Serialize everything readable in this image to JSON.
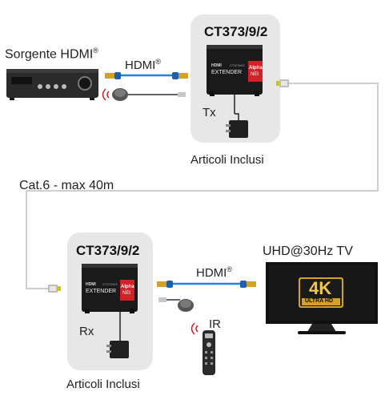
{
  "source": {
    "label": "Sorgente HDMI",
    "mark": "®"
  },
  "tx": {
    "model": "CT373/9/2",
    "tag": "Tx",
    "included": "Articoli Inclusi",
    "device": {
      "line1": "HDMI",
      "line2": "EXTENDER",
      "line3": "CT373/9/2",
      "badge_top": "Alpha",
      "badge_bottom": "NEt"
    }
  },
  "rx": {
    "model": "CT373/9/2",
    "tag": "Rx",
    "included": "Articoli Inclusi",
    "device": {
      "line1": "HDMI",
      "line2": "EXTENDER",
      "line3": "CT373/9/2",
      "badge_top": "Alpha",
      "badge_bottom": "NEt"
    }
  },
  "link": {
    "label": "Cat.6 - max 40m"
  },
  "hdmi_top": {
    "label": "HDMI",
    "mark": "®"
  },
  "hdmi_bottom": {
    "label": "HDMI",
    "mark": "®"
  },
  "tv": {
    "label": "UHD@30Hz TV",
    "badge_main": "4K",
    "badge_sub": "ULTRA HD"
  },
  "ir": {
    "label": "IR"
  },
  "colors": {
    "panel": "#e7e7e7",
    "cable_blue": "#2f7fd0",
    "connector_gold": "#d2a12a",
    "cat6_line": "#cfcfcf",
    "badge_red": "#d32027",
    "device_black": "#1a1a1a"
  }
}
